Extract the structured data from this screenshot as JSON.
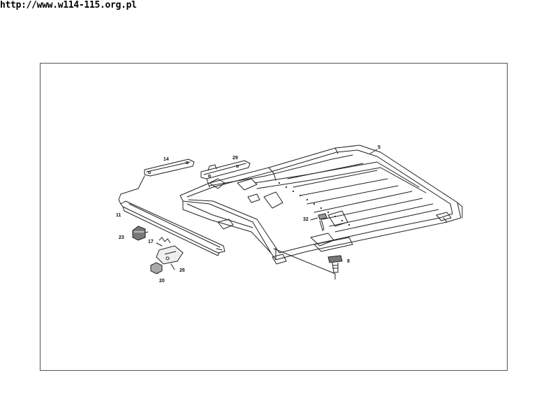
{
  "header": {
    "url_text": "http://www.w114-115.org.pl"
  },
  "diagram": {
    "callouts": [
      {
        "id": "c5",
        "label": "5"
      },
      {
        "id": "c14",
        "label": "14"
      },
      {
        "id": "c29",
        "label": "29"
      },
      {
        "id": "c11",
        "label": "11"
      },
      {
        "id": "c32",
        "label": "32"
      },
      {
        "id": "c23",
        "label": "23"
      },
      {
        "id": "c17",
        "label": "17"
      },
      {
        "id": "c8",
        "label": "8"
      },
      {
        "id": "c26",
        "label": "26"
      },
      {
        "id": "c20",
        "label": "20"
      }
    ]
  }
}
